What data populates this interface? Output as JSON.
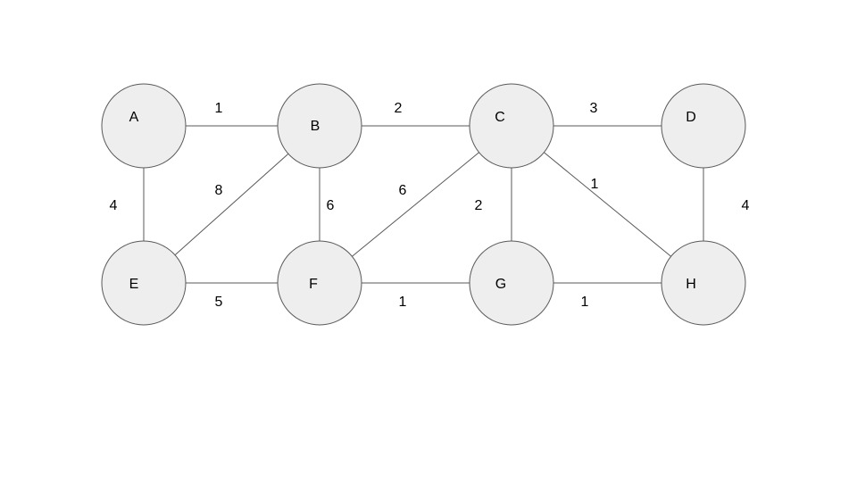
{
  "graph": {
    "node_fill": "#eeeeee",
    "edge_color": "#595959",
    "nodes": [
      {
        "id": "A",
        "label": "A"
      },
      {
        "id": "B",
        "label": "B"
      },
      {
        "id": "C",
        "label": "C"
      },
      {
        "id": "D",
        "label": "D"
      },
      {
        "id": "E",
        "label": "E"
      },
      {
        "id": "F",
        "label": "F"
      },
      {
        "id": "G",
        "label": "G"
      },
      {
        "id": "H",
        "label": "H"
      }
    ],
    "edges": [
      {
        "from": "A",
        "to": "B",
        "weight": "1"
      },
      {
        "from": "B",
        "to": "C",
        "weight": "2"
      },
      {
        "from": "C",
        "to": "D",
        "weight": "3"
      },
      {
        "from": "A",
        "to": "E",
        "weight": "4"
      },
      {
        "from": "B",
        "to": "E",
        "weight": "8"
      },
      {
        "from": "B",
        "to": "F",
        "weight": "6"
      },
      {
        "from": "C",
        "to": "F",
        "weight": "6"
      },
      {
        "from": "C",
        "to": "G",
        "weight": "2"
      },
      {
        "from": "C",
        "to": "H",
        "weight": "1"
      },
      {
        "from": "D",
        "to": "H",
        "weight": "4"
      },
      {
        "from": "E",
        "to": "F",
        "weight": "5"
      },
      {
        "from": "F",
        "to": "G",
        "weight": "1"
      },
      {
        "from": "G",
        "to": "H",
        "weight": "1"
      }
    ]
  }
}
